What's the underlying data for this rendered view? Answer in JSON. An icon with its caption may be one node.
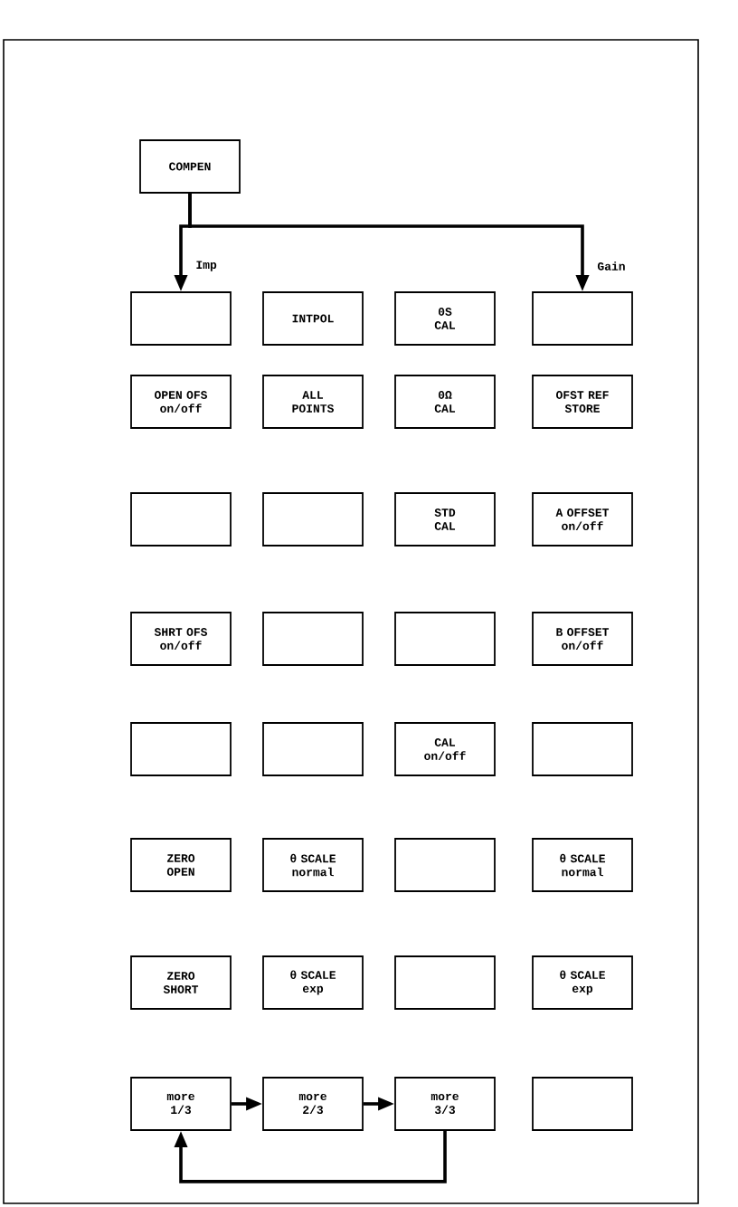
{
  "diagram": {
    "nodes": [
      {
        "text": [
          "COMPEN"
        ]
      },
      {
        "text": [],
        "shape": "box"
      },
      {
        "text": [
          "INTPOL"
        ]
      },
      {
        "text": [
          "0S CAL"
        ]
      },
      {
        "text": [],
        "shape": "box"
      },
      {
        "text": [
          "OPEN OFS on/off"
        ]
      },
      {
        "text": [
          "ALL POINTS"
        ]
      },
      {
        "text": [
          "0Ω CAL"
        ]
      },
      {
        "text": [
          "OFST REF STORE"
        ]
      },
      {
        "text": [],
        "shape": "box"
      },
      {
        "text": [],
        "shape": "box"
      },
      {
        "text": [
          "STD CAL"
        ]
      },
      {
        "text": [
          "A OFFSET on/off"
        ]
      },
      {
        "text": [
          "SHRT OFS on/off"
        ]
      },
      {
        "text": [],
        "shape": "box"
      },
      {
        "text": [],
        "shape": "box"
      },
      {
        "text": [
          "B OFFSET on/off"
        ]
      },
      {
        "text": [],
        "shape": "box"
      },
      {
        "text": [],
        "shape": "box"
      },
      {
        "text": [
          "CAL on/off"
        ]
      },
      {
        "text": [],
        "shape": "box"
      },
      {
        "text": [
          "ZERO OPEN"
        ]
      },
      {
        "text": [
          "θ SCALE normal"
        ]
      },
      {
        "text": [],
        "shape": "box"
      },
      {
        "text": [
          "θ SCALE normal"
        ]
      },
      {
        "text": [
          "ZERO SHORT"
        ]
      },
      {
        "text": [
          "θ SCALE exp"
        ]
      },
      {
        "text": [],
        "shape": "box"
      },
      {
        "text": [
          "θ SCALE exp"
        ]
      },
      {
        "text": [
          "more 1/3"
        ]
      },
      {
        "text": [
          "more 2/3"
        ]
      },
      {
        "text": [
          "more 3/3"
        ]
      },
      {
        "text": [],
        "shape": "box"
      }
    ],
    "edges": [
      {
        "from": 0,
        "to": 1,
        "arrow": "to",
        "label": "Imp"
      },
      {
        "from": 0,
        "to": 4,
        "arrow": "to",
        "label": "Gain"
      },
      {
        "from": 29,
        "to": 30,
        "arrow": "to"
      },
      {
        "from": 30,
        "to": 31,
        "arrow": "to"
      },
      {
        "from": 31,
        "to": 29,
        "arrow": "to"
      }
    ]
  }
}
